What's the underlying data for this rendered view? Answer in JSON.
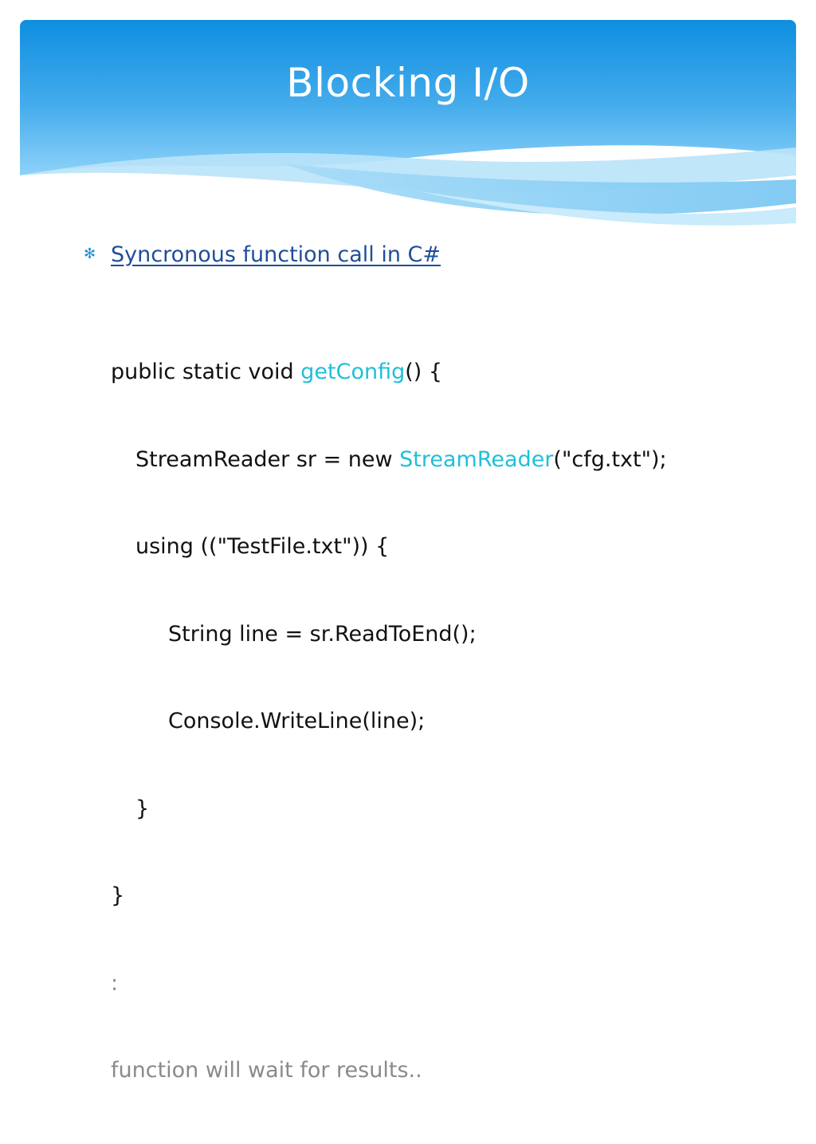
{
  "slide": {
    "title": "Blocking I/O",
    "bullet": {
      "icon": "asterisk-bullet-icon",
      "text": "Syncronous function call in C#"
    },
    "code": {
      "line1_a": "public static void ",
      "line1_b": "getConfig",
      "line1_c": "() {",
      "line2_a": "StreamReader sr = new ",
      "line2_b": "StreamReader",
      "line2_c": "(\"cfg.txt\");",
      "line3": "using ((\"TestFile.txt\")) {",
      "line4": "String line = sr.ReadToEnd();",
      "line5": "Console.WriteLine(line);",
      "line6": "}",
      "line7": "}",
      "line8": ":",
      "line9": "function will wait for results.."
    }
  },
  "colors": {
    "header_top": "#0f8fe0",
    "header_bottom": "#7ccaf5",
    "keyword": "#1fc0d8",
    "bullet_link": "#1f4e9a",
    "muted": "#8a8a8a"
  }
}
